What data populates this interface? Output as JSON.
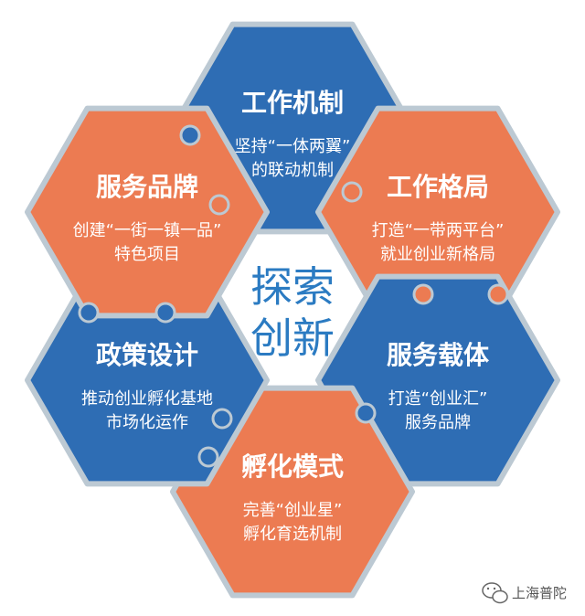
{
  "colors": {
    "blue": "#2e6db4",
    "orange": "#ec7b52",
    "border": "#bcc9d3",
    "center_text": "#2b7bc2",
    "text": "#ffffff"
  },
  "center": {
    "line1": "探索",
    "line2": "创新"
  },
  "hexagons": [
    {
      "title": "工作机制",
      "line1": "坚持“一体两翼”",
      "line2": "的联动机制",
      "color": "blue"
    },
    {
      "title": "工作格局",
      "line1": "打造“一带两平台”",
      "line2": "就业创业新格局",
      "color": "orange"
    },
    {
      "title": "服务载体",
      "line1": "打造“创业汇”",
      "line2": "服务品牌",
      "color": "blue"
    },
    {
      "title": "孵化模式",
      "line1": "完善“创业星”",
      "line2": "孵化育选机制",
      "color": "orange"
    },
    {
      "title": "政策设计",
      "line1": "推动创业孵化基地",
      "line2": "市场化运作",
      "color": "blue"
    },
    {
      "title": "服务品牌",
      "line1": "创建“一街一镇一品”",
      "line2": "特色项目",
      "color": "orange"
    }
  ],
  "watermark": {
    "icon": "wechat-icon",
    "text": "上海普陀"
  }
}
